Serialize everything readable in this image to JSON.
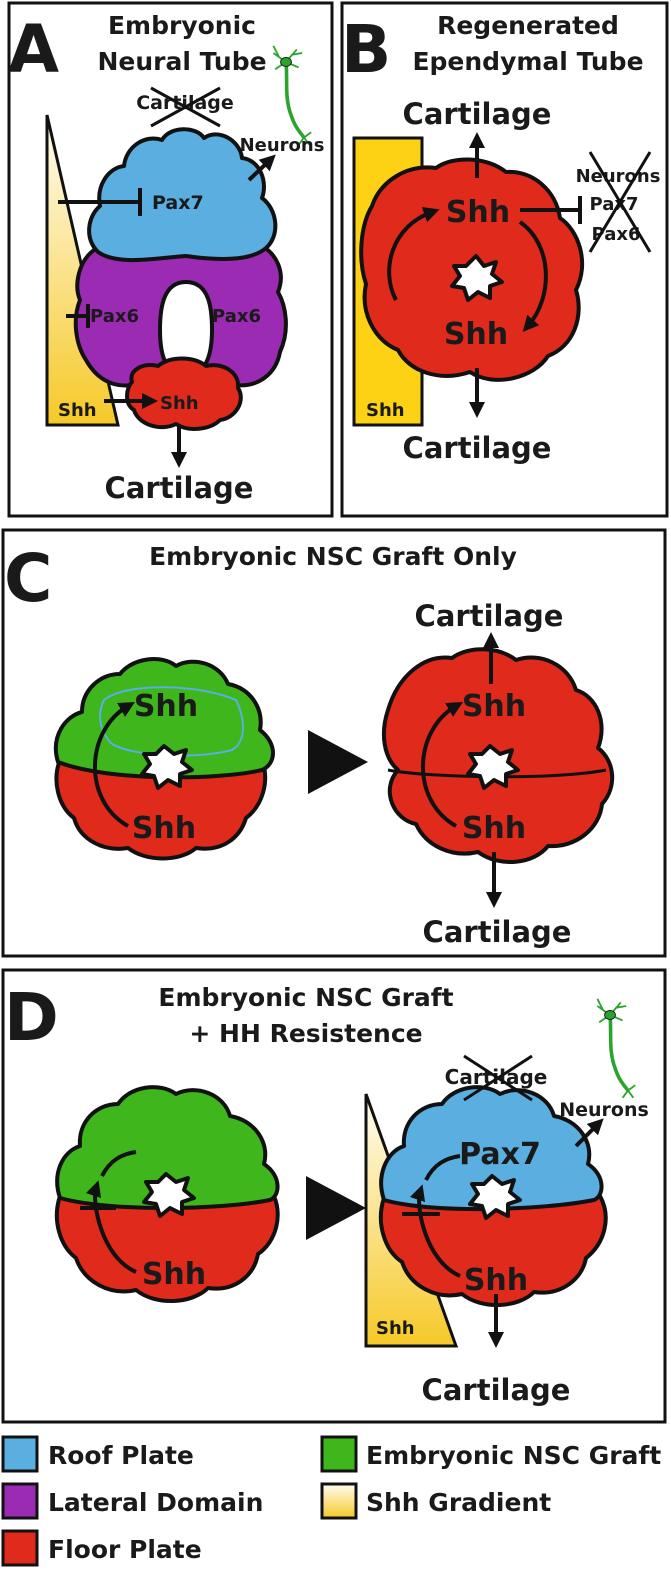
{
  "colors": {
    "roof_plate": "#5aaee0",
    "lateral_domain": "#9b2bb3",
    "floor_plate": "#df2a1c",
    "nsc_graft": "#3fb61c",
    "shh_gradient_top": "#fffbe8",
    "shh_gradient_bottom": "#f6c928",
    "shh_solid": "#fdd215",
    "neuron": "#2ca32c",
    "outline": "#111111"
  },
  "panels": {
    "A": {
      "letter": "A",
      "title_line1": "Embryonic",
      "title_line2": "Neural Tube",
      "crossed_label": "Cartilage",
      "neurons_label": "Neurons",
      "pax7_label": "Pax7",
      "pax6_left_label": "Pax6",
      "pax6_right_label": "Pax6",
      "gradient_label": "Shh",
      "floor_label": "Shh",
      "bottom_label": "Cartilage"
    },
    "B": {
      "letter": "B",
      "title_line1": "Regenerated",
      "title_line2": "Ependymal Tube",
      "top_label": "Cartilage",
      "crossed_neurons": "Neurons",
      "crossed_pax7": "Pax7",
      "crossed_pax6": "Pax6",
      "shh_top": "Shh",
      "shh_bottom": "Shh",
      "gradient_label": "Shh",
      "bottom_label": "Cartilage"
    },
    "C": {
      "letter": "C",
      "title": "Embryonic NSC Graft Only",
      "left_shh_top": "Shh",
      "left_shh_bottom": "Shh",
      "right_top_label": "Cartilage",
      "right_shh_top": "Shh",
      "right_shh_bottom": "Shh",
      "right_bottom_label": "Cartilage"
    },
    "D": {
      "letter": "D",
      "title_line1": "Embryonic NSC Graft",
      "title_line2": "+ HH Resistence",
      "left_shh": "Shh",
      "crossed_label": "Cartilage",
      "neurons_label": "Neurons",
      "pax7_label": "Pax7",
      "right_shh": "Shh",
      "gradient_label": "Shh",
      "bottom_label": "Cartilage"
    }
  },
  "legend": [
    {
      "label": "Roof Plate",
      "swatch": "roof_plate"
    },
    {
      "label": "Embryonic NSC Graft",
      "swatch": "nsc_graft"
    },
    {
      "label": "Lateral Domain",
      "swatch": "lateral_domain"
    },
    {
      "label": "Shh Gradient",
      "swatch": "shh_gradient"
    },
    {
      "label": "Floor Plate",
      "swatch": "floor_plate"
    }
  ]
}
